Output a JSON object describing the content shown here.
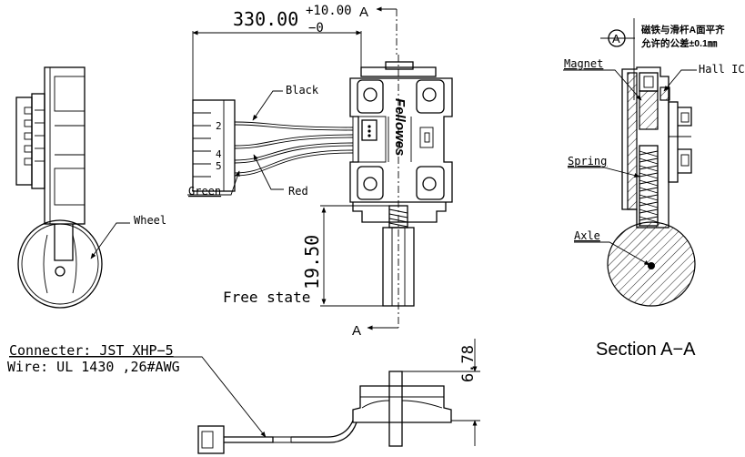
{
  "dimensions": {
    "cable_length": "330.00",
    "cable_tol_plus": "+10.00",
    "cable_tol_minus": "−0",
    "free_state_height": "19.50",
    "thickness": "6.78"
  },
  "labels": {
    "black": "Black",
    "red": "Red",
    "green": "Green",
    "wheel": "Wheel",
    "free_state": "Free state",
    "pin2": "2",
    "pin4": "4",
    "pin5": "5",
    "section_mark": "A",
    "brand": "Fellowes"
  },
  "section": {
    "title": "Section A−A",
    "mark": "A",
    "note_line1": "磁铁与滑杆A面平齐",
    "note_line2": "允许的公差±0.1㎜",
    "magnet": "Magnet",
    "hall_ic": "Hall IC",
    "spring": "Spring",
    "axle": "Axle"
  },
  "spec": {
    "connector": "Connecter: JST  XHP−5",
    "wire": "Wire: UL 1430  ,26#AWG"
  }
}
